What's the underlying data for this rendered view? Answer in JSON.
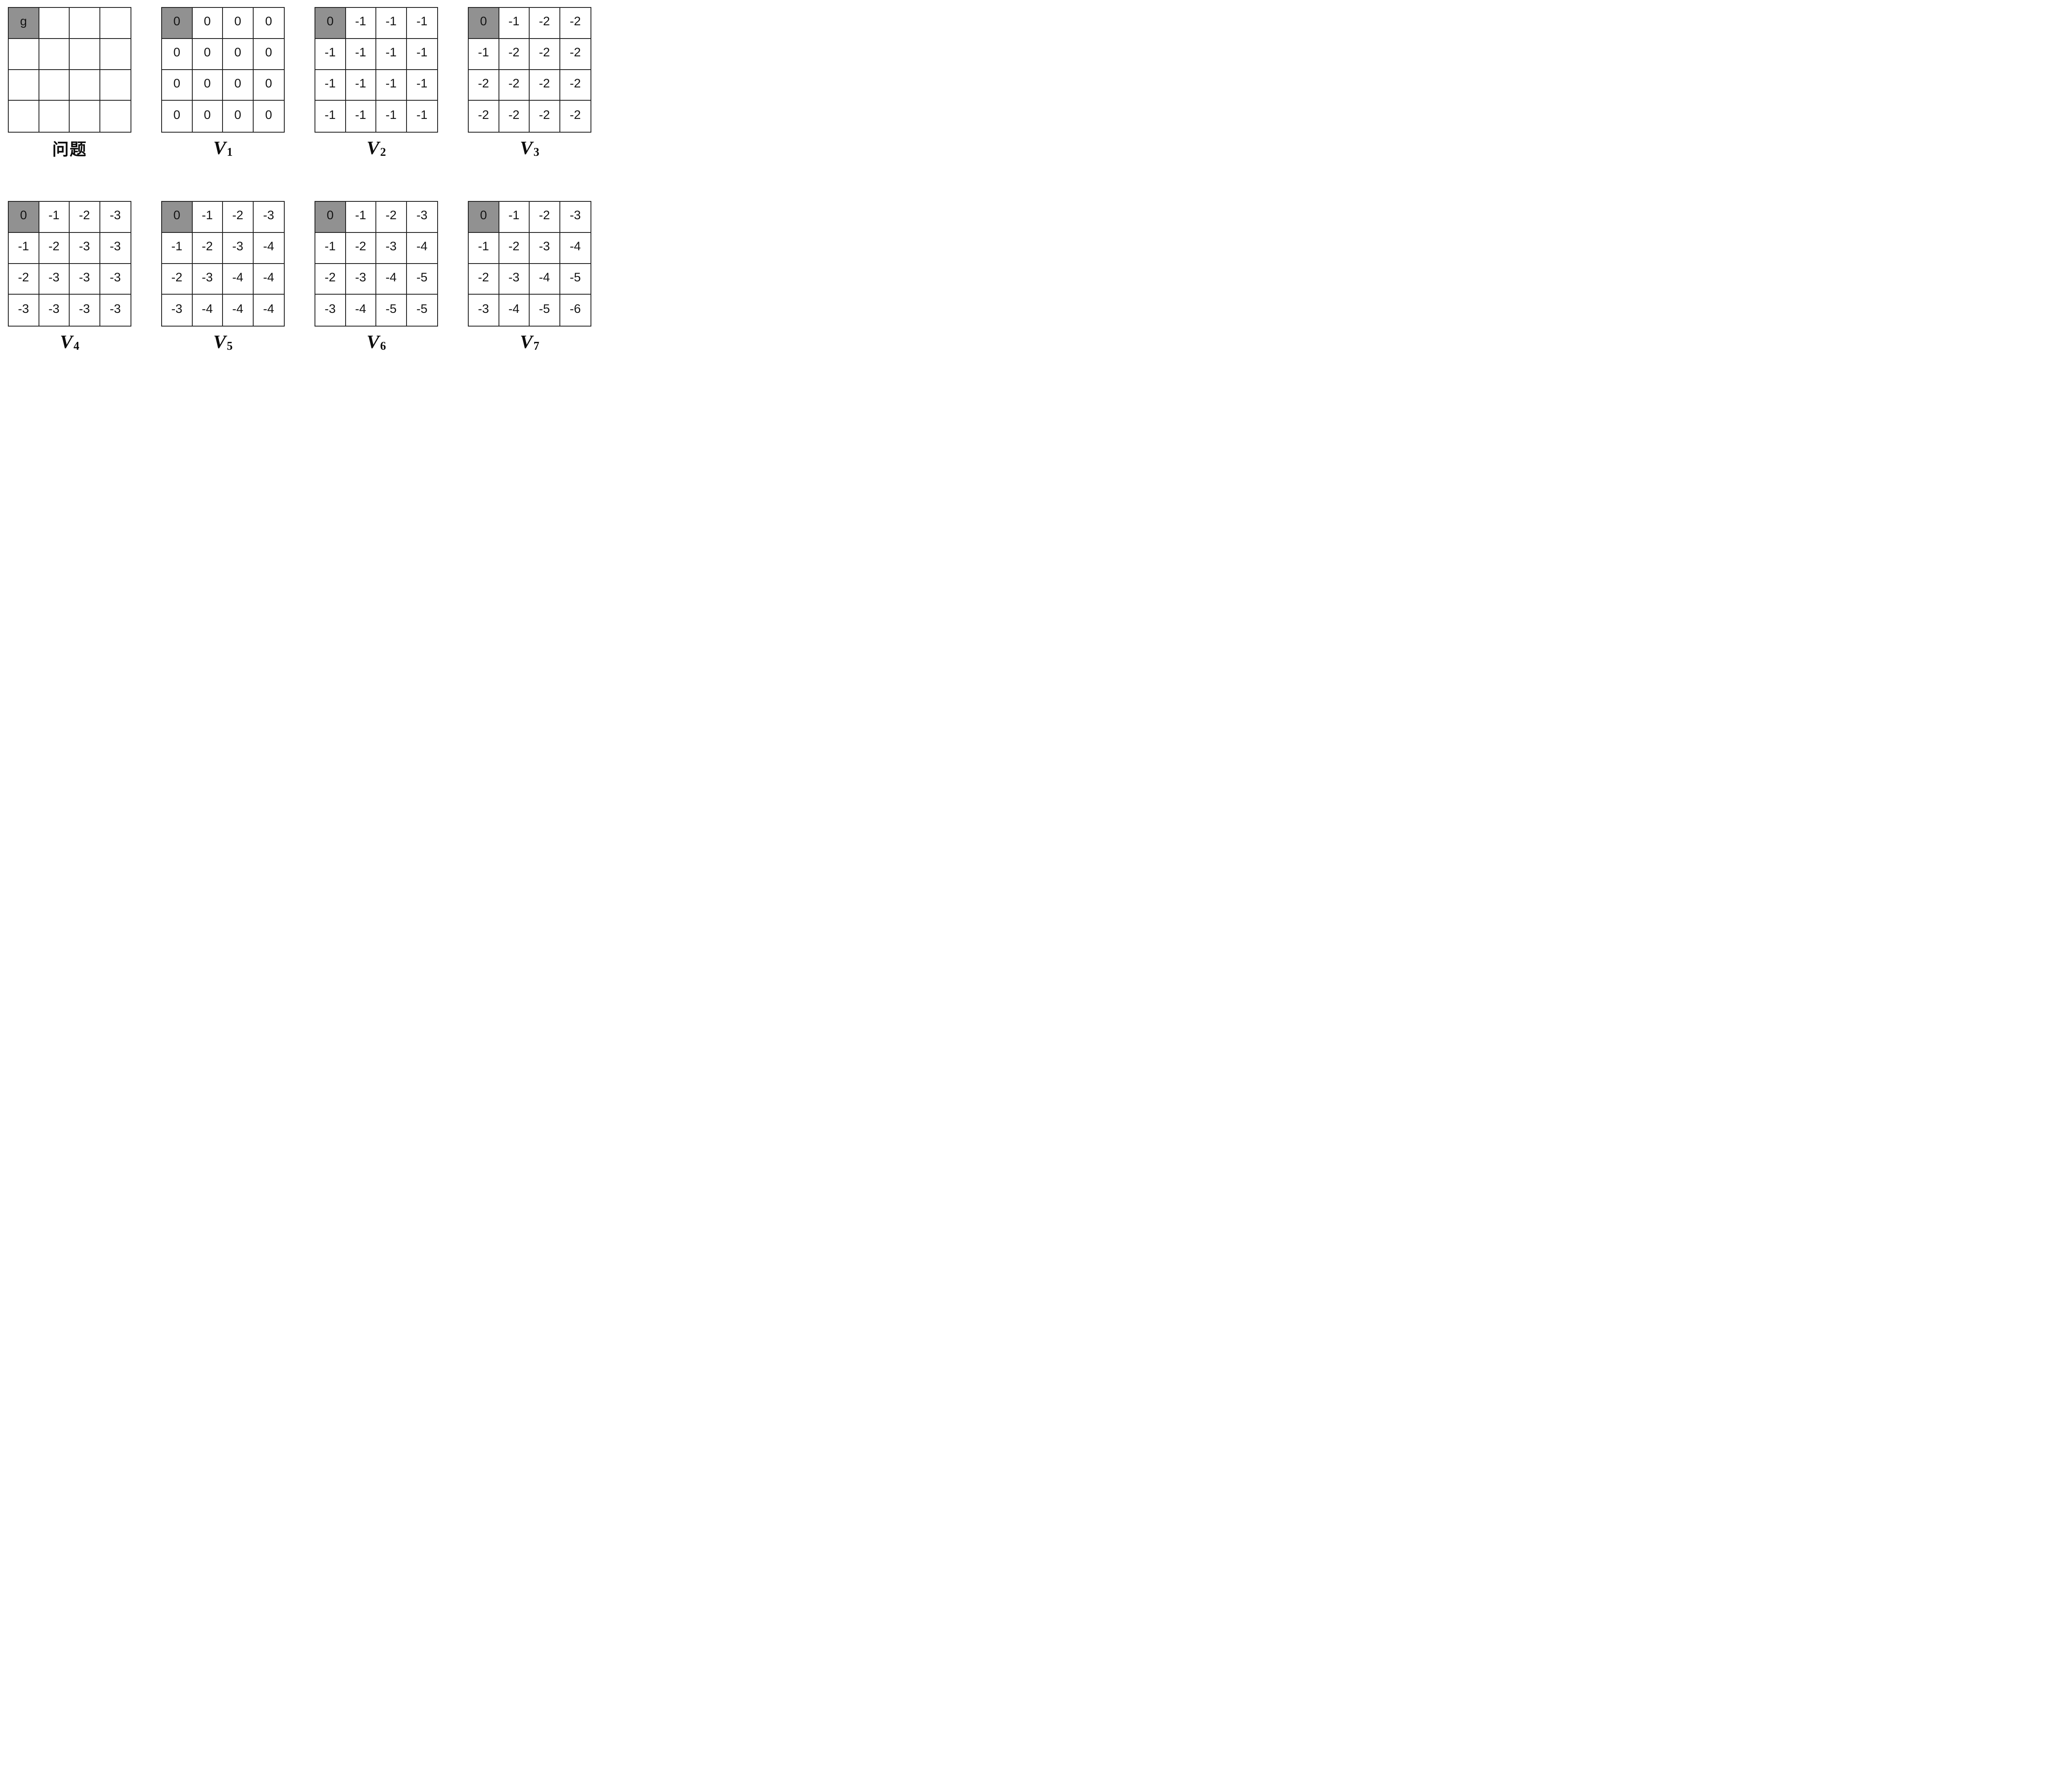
{
  "colors": {
    "goal_cell_fill": "#919191",
    "grid_line": "#1f1f1f",
    "value_text": "#141414",
    "background": "#ffffff"
  },
  "panels": [
    {
      "id": "problem",
      "label_style": "cjk",
      "label": "问题",
      "goal_cell": [
        0,
        0
      ],
      "grid": [
        [
          "g",
          "",
          "",
          ""
        ],
        [
          "",
          "",
          "",
          ""
        ],
        [
          "",
          "",
          "",
          ""
        ],
        [
          "",
          "",
          "",
          ""
        ]
      ]
    },
    {
      "id": "v1",
      "label_style": "math",
      "label_base": "V",
      "label_sub": "1",
      "goal_cell": [
        0,
        0
      ],
      "grid": [
        [
          "0",
          "0",
          "0",
          "0"
        ],
        [
          "0",
          "0",
          "0",
          "0"
        ],
        [
          "0",
          "0",
          "0",
          "0"
        ],
        [
          "0",
          "0",
          "0",
          "0"
        ]
      ]
    },
    {
      "id": "v2",
      "label_style": "math",
      "label_base": "V",
      "label_sub": "2",
      "goal_cell": [
        0,
        0
      ],
      "grid": [
        [
          "0",
          "-1",
          "-1",
          "-1"
        ],
        [
          "-1",
          "-1",
          "-1",
          "-1"
        ],
        [
          "-1",
          "-1",
          "-1",
          "-1"
        ],
        [
          "-1",
          "-1",
          "-1",
          "-1"
        ]
      ]
    },
    {
      "id": "v3",
      "label_style": "math",
      "label_base": "V",
      "label_sub": "3",
      "goal_cell": [
        0,
        0
      ],
      "grid": [
        [
          "0",
          "-1",
          "-2",
          "-2"
        ],
        [
          "-1",
          "-2",
          "-2",
          "-2"
        ],
        [
          "-2",
          "-2",
          "-2",
          "-2"
        ],
        [
          "-2",
          "-2",
          "-2",
          "-2"
        ]
      ]
    },
    {
      "id": "v4",
      "label_style": "math",
      "label_base": "V",
      "label_sub": "4",
      "goal_cell": [
        0,
        0
      ],
      "grid": [
        [
          "0",
          "-1",
          "-2",
          "-3"
        ],
        [
          "-1",
          "-2",
          "-3",
          "-3"
        ],
        [
          "-2",
          "-3",
          "-3",
          "-3"
        ],
        [
          "-3",
          "-3",
          "-3",
          "-3"
        ]
      ]
    },
    {
      "id": "v5",
      "label_style": "math",
      "label_base": "V",
      "label_sub": "5",
      "goal_cell": [
        0,
        0
      ],
      "grid": [
        [
          "0",
          "-1",
          "-2",
          "-3"
        ],
        [
          "-1",
          "-2",
          "-3",
          "-4"
        ],
        [
          "-2",
          "-3",
          "-4",
          "-4"
        ],
        [
          "-3",
          "-4",
          "-4",
          "-4"
        ]
      ]
    },
    {
      "id": "v6",
      "label_style": "math",
      "label_base": "V",
      "label_sub": "6",
      "goal_cell": [
        0,
        0
      ],
      "grid": [
        [
          "0",
          "-1",
          "-2",
          "-3"
        ],
        [
          "-1",
          "-2",
          "-3",
          "-4"
        ],
        [
          "-2",
          "-3",
          "-4",
          "-5"
        ],
        [
          "-3",
          "-4",
          "-5",
          "-5"
        ]
      ]
    },
    {
      "id": "v7",
      "label_style": "math",
      "label_base": "V",
      "label_sub": "7",
      "goal_cell": [
        0,
        0
      ],
      "grid": [
        [
          "0",
          "-1",
          "-2",
          "-3"
        ],
        [
          "-1",
          "-2",
          "-3",
          "-4"
        ],
        [
          "-2",
          "-3",
          "-4",
          "-5"
        ],
        [
          "-3",
          "-4",
          "-5",
          "-6"
        ]
      ]
    }
  ]
}
